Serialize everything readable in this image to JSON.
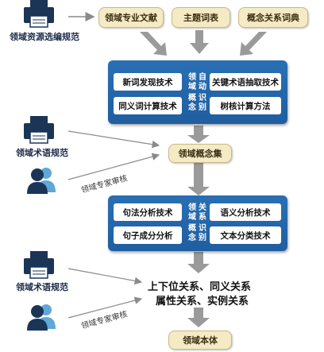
{
  "sources": {
    "top_label": "领域资源选编规范",
    "mid_label": "领域术语规范",
    "mid_expert": "领域专家审核",
    "bot_label": "领域术语规范",
    "bot_expert": "领域专家审核"
  },
  "resources": [
    "领域专业文献",
    "主题词表",
    "概念关系词典"
  ],
  "stage1": {
    "boxes": [
      "新词发现技术",
      "关键术语抽取技术",
      "同义词计算技术",
      "树核计算方法"
    ],
    "center": [
      "领域",
      "自动",
      "概念",
      "识别"
    ]
  },
  "concept_set": "领域概念集",
  "stage2": {
    "boxes": [
      "句法分析技术",
      "语义分析技术",
      "句子成分分析",
      "文本分类技术"
    ],
    "center": [
      "领域",
      "关系",
      "概念",
      "识别"
    ]
  },
  "relations": {
    "line1": "上下位关系、同义关系",
    "line2": "属性关系、实例关系"
  },
  "ontology": "领域本体",
  "colors": {
    "panel": "#2467ab",
    "pill": "#f4ebc4",
    "arrow": "#9a9a9a"
  }
}
